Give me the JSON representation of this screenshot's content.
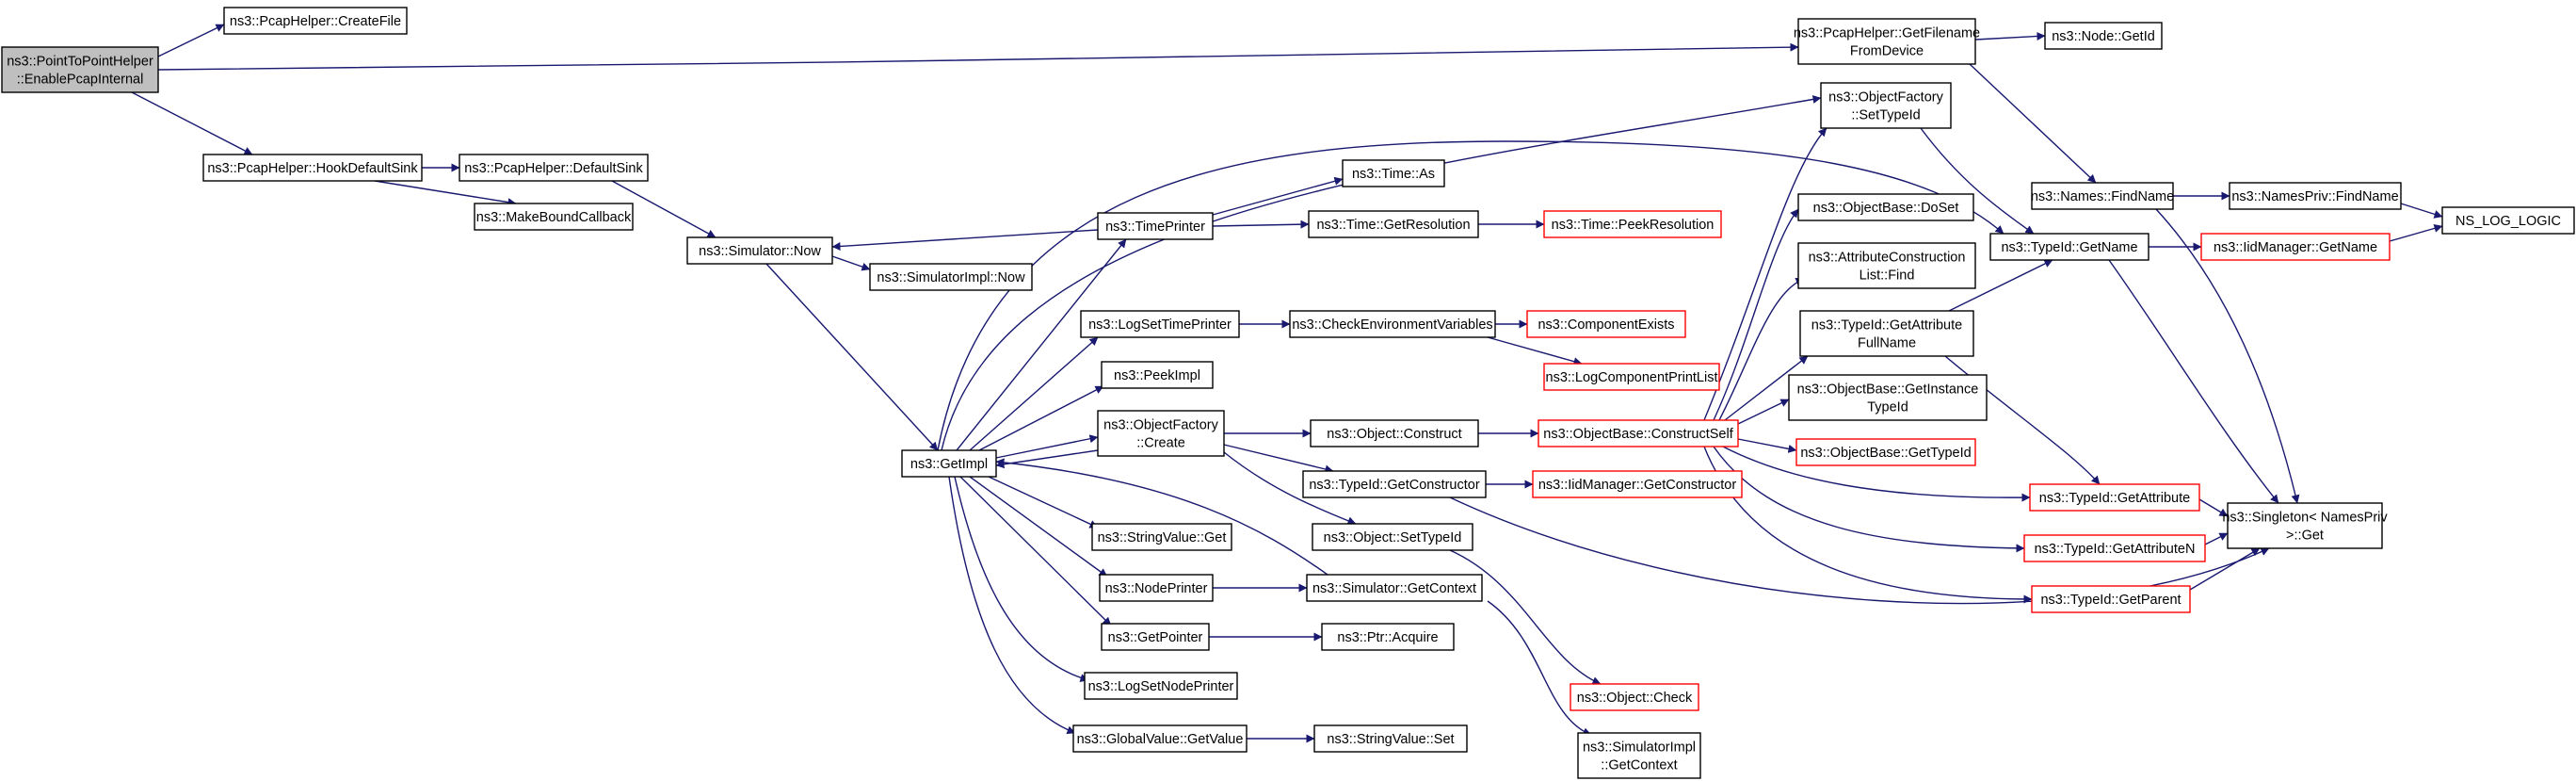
{
  "diagram": {
    "type": "doxygen-call-graph",
    "colors": {
      "edge": "#191970",
      "node_border": "#000000",
      "external_node_border": "#ff0000",
      "root_fill": "#bfbfbf",
      "node_fill": "#ffffff"
    },
    "nodes": [
      {
        "id": "root",
        "lines": [
          "ns3::PointToPointHelper",
          "::EnablePcapInternal"
        ],
        "style": "root"
      },
      {
        "id": "pcap_createfile",
        "lines": [
          "ns3::PcapHelper::CreateFile"
        ],
        "style": "normal"
      },
      {
        "id": "pcap_getfilename",
        "lines": [
          "ns3::PcapHelper::GetFilename",
          "FromDevice"
        ],
        "style": "normal"
      },
      {
        "id": "node_getid",
        "lines": [
          "ns3::Node::GetId"
        ],
        "style": "normal"
      },
      {
        "id": "hookdefaultsink",
        "lines": [
          "ns3::PcapHelper::HookDefaultSink"
        ],
        "style": "normal"
      },
      {
        "id": "defaultsink",
        "lines": [
          "ns3::PcapHelper::DefaultSink"
        ],
        "style": "normal"
      },
      {
        "id": "makeboundcallback",
        "lines": [
          "ns3::MakeBoundCallback"
        ],
        "style": "normal"
      },
      {
        "id": "sim_now",
        "lines": [
          "ns3::Simulator::Now"
        ],
        "style": "normal"
      },
      {
        "id": "simimpl_now",
        "lines": [
          "ns3::SimulatorImpl::Now"
        ],
        "style": "normal"
      },
      {
        "id": "getimpl",
        "lines": [
          "ns3::GetImpl"
        ],
        "style": "normal"
      },
      {
        "id": "timeprinter",
        "lines": [
          "ns3::TimePrinter"
        ],
        "style": "normal"
      },
      {
        "id": "time_as",
        "lines": [
          "ns3::Time::As"
        ],
        "style": "normal"
      },
      {
        "id": "time_getres",
        "lines": [
          "ns3::Time::GetResolution"
        ],
        "style": "normal"
      },
      {
        "id": "time_peekres",
        "lines": [
          "ns3::Time::PeekResolution"
        ],
        "style": "red"
      },
      {
        "id": "logsettimeprinter",
        "lines": [
          "ns3::LogSetTimePrinter"
        ],
        "style": "normal"
      },
      {
        "id": "checkenv",
        "lines": [
          "ns3::CheckEnvironmentVariables"
        ],
        "style": "normal"
      },
      {
        "id": "componentexists",
        "lines": [
          "ns3::ComponentExists"
        ],
        "style": "red"
      },
      {
        "id": "logcompprintlist",
        "lines": [
          "ns3::LogComponentPrintList"
        ],
        "style": "red"
      },
      {
        "id": "peekimpl",
        "lines": [
          "ns3::PeekImpl"
        ],
        "style": "normal"
      },
      {
        "id": "objfactory_create",
        "lines": [
          "ns3::ObjectFactory",
          "::Create"
        ],
        "style": "normal"
      },
      {
        "id": "object_construct",
        "lines": [
          "ns3::Object::Construct"
        ],
        "style": "normal"
      },
      {
        "id": "objbase_constructself",
        "lines": [
          "ns3::ObjectBase::ConstructSelf"
        ],
        "style": "red"
      },
      {
        "id": "typeid_getconstructor",
        "lines": [
          "ns3::TypeId::GetConstructor"
        ],
        "style": "normal"
      },
      {
        "id": "iidmgr_getconstructor",
        "lines": [
          "ns3::IidManager::GetConstructor"
        ],
        "style": "red"
      },
      {
        "id": "object_settypeid",
        "lines": [
          "ns3::Object::SetTypeId"
        ],
        "style": "normal"
      },
      {
        "id": "stringvalue_get",
        "lines": [
          "ns3::StringValue::Get"
        ],
        "style": "normal"
      },
      {
        "id": "nodeprinter",
        "lines": [
          "ns3::NodePrinter"
        ],
        "style": "normal"
      },
      {
        "id": "sim_getcontext",
        "lines": [
          "ns3::Simulator::GetContext"
        ],
        "style": "normal"
      },
      {
        "id": "getpointer",
        "lines": [
          "ns3::GetPointer"
        ],
        "style": "normal"
      },
      {
        "id": "ptr_acquire",
        "lines": [
          "ns3::Ptr::Acquire"
        ],
        "style": "normal"
      },
      {
        "id": "logsetnodeprinter",
        "lines": [
          "ns3::LogSetNodePrinter"
        ],
        "style": "normal"
      },
      {
        "id": "globalvalue_getvalue",
        "lines": [
          "ns3::GlobalValue::GetValue"
        ],
        "style": "normal"
      },
      {
        "id": "stringvalue_set",
        "lines": [
          "ns3::StringValue::Set"
        ],
        "style": "normal"
      },
      {
        "id": "object_check",
        "lines": [
          "ns3::Object::Check"
        ],
        "style": "red"
      },
      {
        "id": "simimpl_getcontext",
        "lines": [
          "ns3::SimulatorImpl",
          "::GetContext"
        ],
        "style": "normal"
      },
      {
        "id": "objfactory_settypeid",
        "lines": [
          "ns3::ObjectFactory",
          "::SetTypeId"
        ],
        "style": "normal"
      },
      {
        "id": "objbase_doset",
        "lines": [
          "ns3::ObjectBase::DoSet"
        ],
        "style": "normal"
      },
      {
        "id": "attrconstruct_find",
        "lines": [
          "ns3::AttributeConstruction",
          "List::Find"
        ],
        "style": "normal"
      },
      {
        "id": "typeid_getattrfullname",
        "lines": [
          "ns3::TypeId::GetAttribute",
          "FullName"
        ],
        "style": "normal"
      },
      {
        "id": "objbase_getinstancetypeid",
        "lines": [
          "ns3::ObjectBase::GetInstance",
          "TypeId"
        ],
        "style": "normal"
      },
      {
        "id": "objbase_gettypeid",
        "lines": [
          "ns3::ObjectBase::GetTypeId"
        ],
        "style": "red"
      },
      {
        "id": "names_findname",
        "lines": [
          "ns3::Names::FindName"
        ],
        "style": "normal"
      },
      {
        "id": "namespriv_findname",
        "lines": [
          "ns3::NamesPriv::FindName"
        ],
        "style": "normal"
      },
      {
        "id": "ns_log_logic",
        "lines": [
          "NS_LOG_LOGIC"
        ],
        "style": "normal"
      },
      {
        "id": "typeid_getname",
        "lines": [
          "ns3::TypeId::GetName"
        ],
        "style": "normal"
      },
      {
        "id": "iidmgr_getname",
        "lines": [
          "ns3::IidManager::GetName"
        ],
        "style": "red"
      },
      {
        "id": "typeid_getattribute",
        "lines": [
          "ns3::TypeId::GetAttribute"
        ],
        "style": "red"
      },
      {
        "id": "typeid_getattributen",
        "lines": [
          "ns3::TypeId::GetAttributeN"
        ],
        "style": "red"
      },
      {
        "id": "typeid_getparent",
        "lines": [
          "ns3::TypeId::GetParent"
        ],
        "style": "red"
      },
      {
        "id": "singleton_get",
        "lines": [
          "ns3::Singleton< NamesPriv",
          " >::Get"
        ],
        "style": "normal"
      }
    ],
    "edges": [
      [
        "root",
        "pcap_createfile"
      ],
      [
        "root",
        "pcap_getfilename"
      ],
      [
        "root",
        "hookdefaultsink"
      ],
      [
        "pcap_getfilename",
        "node_getid"
      ],
      [
        "pcap_getfilename",
        "names_findname"
      ],
      [
        "hookdefaultsink",
        "defaultsink"
      ],
      [
        "hookdefaultsink",
        "makeboundcallback"
      ],
      [
        "defaultsink",
        "sim_now"
      ],
      [
        "sim_now",
        "simimpl_now"
      ],
      [
        "sim_now",
        "getimpl"
      ],
      [
        "timeprinter",
        "sim_now"
      ],
      [
        "timeprinter",
        "time_as"
      ],
      [
        "timeprinter",
        "time_getres"
      ],
      [
        "time_getres",
        "time_peekres"
      ],
      [
        "getimpl",
        "timeprinter"
      ],
      [
        "getimpl",
        "logsettimeprinter"
      ],
      [
        "getimpl",
        "peekimpl"
      ],
      [
        "getimpl",
        "objfactory_create"
      ],
      [
        "getimpl",
        "stringvalue_get"
      ],
      [
        "getimpl",
        "nodeprinter"
      ],
      [
        "getimpl",
        "getpointer"
      ],
      [
        "getimpl",
        "logsetnodeprinter"
      ],
      [
        "getimpl",
        "globalvalue_getvalue"
      ],
      [
        "getimpl",
        "objfactory_settypeid"
      ],
      [
        "getimpl",
        "typeid_getname"
      ],
      [
        "logsettimeprinter",
        "checkenv"
      ],
      [
        "checkenv",
        "componentexists"
      ],
      [
        "checkenv",
        "logcompprintlist"
      ],
      [
        "objfactory_create",
        "object_construct"
      ],
      [
        "objfactory_create",
        "typeid_getconstructor"
      ],
      [
        "objfactory_create",
        "object_settypeid"
      ],
      [
        "objfactory_create",
        "getimpl"
      ],
      [
        "object_construct",
        "objbase_constructself"
      ],
      [
        "typeid_getconstructor",
        "iidmgr_getconstructor"
      ],
      [
        "typeid_getconstructor",
        "singleton_get"
      ],
      [
        "object_settypeid",
        "object_check"
      ],
      [
        "nodeprinter",
        "sim_getcontext"
      ],
      [
        "sim_getcontext",
        "getimpl"
      ],
      [
        "sim_getcontext",
        "simimpl_getcontext"
      ],
      [
        "getpointer",
        "ptr_acquire"
      ],
      [
        "globalvalue_getvalue",
        "stringvalue_set"
      ],
      [
        "objfactory_settypeid",
        "typeid_getname"
      ],
      [
        "objbase_constructself",
        "objfactory_settypeid"
      ],
      [
        "objbase_constructself",
        "objbase_doset"
      ],
      [
        "objbase_constructself",
        "attrconstruct_find"
      ],
      [
        "objbase_constructself",
        "typeid_getattrfullname"
      ],
      [
        "objbase_constructself",
        "objbase_getinstancetypeid"
      ],
      [
        "objbase_constructself",
        "objbase_gettypeid"
      ],
      [
        "objbase_constructself",
        "typeid_getattribute"
      ],
      [
        "objbase_constructself",
        "typeid_getattributen"
      ],
      [
        "objbase_constructself",
        "typeid_getparent"
      ],
      [
        "typeid_getattrfullname",
        "typeid_getname"
      ],
      [
        "typeid_getattrfullname",
        "typeid_getattribute"
      ],
      [
        "names_findname",
        "namespriv_findname"
      ],
      [
        "names_findname",
        "singleton_get"
      ],
      [
        "namespriv_findname",
        "ns_log_logic"
      ],
      [
        "typeid_getname",
        "iidmgr_getname"
      ],
      [
        "typeid_getname",
        "singleton_get"
      ],
      [
        "iidmgr_getname",
        "ns_log_logic"
      ],
      [
        "typeid_getattribute",
        "singleton_get"
      ],
      [
        "typeid_getattributen",
        "singleton_get"
      ],
      [
        "typeid_getparent",
        "singleton_get"
      ]
    ]
  }
}
